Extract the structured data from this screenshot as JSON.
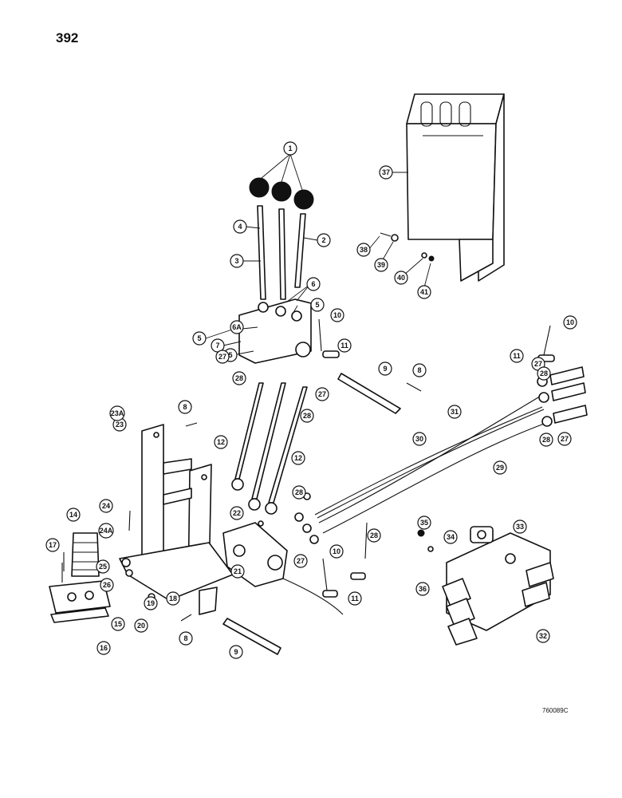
{
  "page_number": "392",
  "drawing_code": "760089C",
  "callouts": [
    {
      "id": "c1",
      "label": "1"
    },
    {
      "id": "c2",
      "label": "2"
    },
    {
      "id": "c3",
      "label": "3"
    },
    {
      "id": "c4",
      "label": "4"
    },
    {
      "id": "c5a",
      "label": "5"
    },
    {
      "id": "c5b",
      "label": "5"
    },
    {
      "id": "c5c",
      "label": "5"
    },
    {
      "id": "c6",
      "label": "6"
    },
    {
      "id": "c6a",
      "label": "6A"
    },
    {
      "id": "c7",
      "label": "7"
    },
    {
      "id": "c8a",
      "label": "8"
    },
    {
      "id": "c8b",
      "label": "8"
    },
    {
      "id": "c8c",
      "label": "8"
    },
    {
      "id": "c9a",
      "label": "9"
    },
    {
      "id": "c9b",
      "label": "9"
    },
    {
      "id": "c10a",
      "label": "10"
    },
    {
      "id": "c10b",
      "label": "10"
    },
    {
      "id": "c10c",
      "label": "10"
    },
    {
      "id": "c11a",
      "label": "11"
    },
    {
      "id": "c11b",
      "label": "11"
    },
    {
      "id": "c11c",
      "label": "11"
    },
    {
      "id": "c12a",
      "label": "12"
    },
    {
      "id": "c12b",
      "label": "12"
    },
    {
      "id": "c14",
      "label": "14"
    },
    {
      "id": "c15",
      "label": "15"
    },
    {
      "id": "c16",
      "label": "16"
    },
    {
      "id": "c17",
      "label": "17"
    },
    {
      "id": "c18",
      "label": "18"
    },
    {
      "id": "c19",
      "label": "19"
    },
    {
      "id": "c20",
      "label": "20"
    },
    {
      "id": "c21",
      "label": "21"
    },
    {
      "id": "c22",
      "label": "22"
    },
    {
      "id": "c23",
      "label": "23"
    },
    {
      "id": "c23a",
      "label": "23A"
    },
    {
      "id": "c24",
      "label": "24"
    },
    {
      "id": "c24a",
      "label": "24A"
    },
    {
      "id": "c25",
      "label": "25"
    },
    {
      "id": "c26",
      "label": "26"
    },
    {
      "id": "c27a",
      "label": "27"
    },
    {
      "id": "c27b",
      "label": "27"
    },
    {
      "id": "c27c",
      "label": "27"
    },
    {
      "id": "c27d",
      "label": "27"
    },
    {
      "id": "c27e",
      "label": "27"
    },
    {
      "id": "c28a",
      "label": "28"
    },
    {
      "id": "c28b",
      "label": "28"
    },
    {
      "id": "c28c",
      "label": "28"
    },
    {
      "id": "c28d",
      "label": "28"
    },
    {
      "id": "c28e",
      "label": "28"
    },
    {
      "id": "c28f",
      "label": "28"
    },
    {
      "id": "c29",
      "label": "29"
    },
    {
      "id": "c30",
      "label": "30"
    },
    {
      "id": "c31",
      "label": "31"
    },
    {
      "id": "c32",
      "label": "32"
    },
    {
      "id": "c33",
      "label": "33"
    },
    {
      "id": "c34",
      "label": "34"
    },
    {
      "id": "c35",
      "label": "35"
    },
    {
      "id": "c36",
      "label": "36"
    },
    {
      "id": "c37",
      "label": "37"
    },
    {
      "id": "c38",
      "label": "38"
    },
    {
      "id": "c39",
      "label": "39"
    },
    {
      "id": "c40",
      "label": "40"
    },
    {
      "id": "c41",
      "label": "41"
    }
  ]
}
